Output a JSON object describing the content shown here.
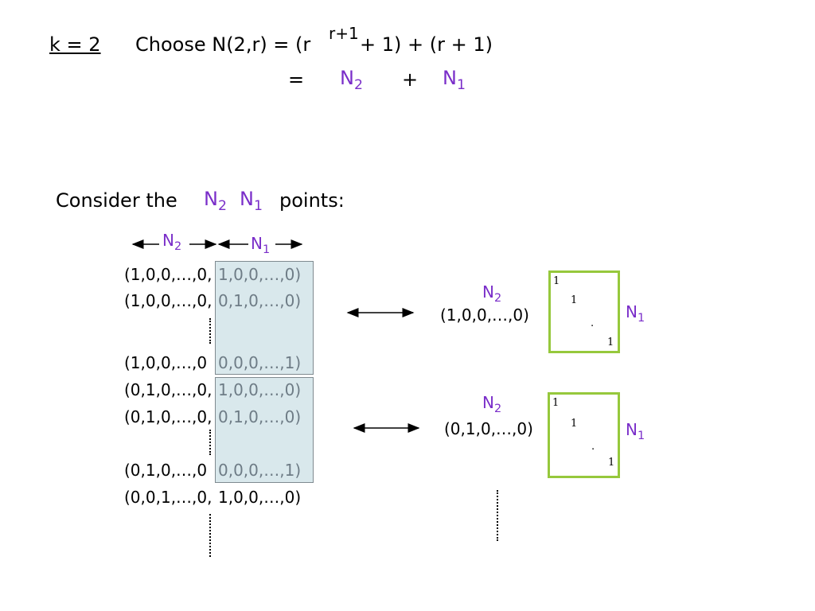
{
  "header": {
    "case_label": "k = 2",
    "choose_prefix": "Choose N(2,r) = (r",
    "exponent": "r+1",
    "choose_suffix": "+ 1) + (r + 1)",
    "equals": "=",
    "plus": "+",
    "N": "N",
    "sub2": "2",
    "sub1": "1"
  },
  "consider": {
    "prefix": "Consider the",
    "suffix": "points:"
  },
  "rows": [
    {
      "left": "(1,0,0,…,0,",
      "right": "1,0,0,…,0)"
    },
    {
      "left": "(1,0,0,…,0,",
      "right": "0,1,0,…,0)"
    },
    {
      "left": "(1,0,0,…,0",
      "right": "0,0,0,…,1)"
    },
    {
      "left": "(0,1,0,…,0,",
      "right": "1,0,0,…,0)"
    },
    {
      "left": "(0,1,0,…,0,",
      "right": "0,1,0,…,0)"
    },
    {
      "left": "(0,1,0,…,0",
      "right": "0,0,0,…,1)"
    },
    {
      "left": "(0,0,1,…,0,",
      "right": "1,0,0,…,0)"
    }
  ],
  "blocks": [
    {
      "vector": "(1,0,0,…,0)",
      "diag": [
        "1",
        "1",
        ".",
        "1"
      ]
    },
    {
      "vector": "(0,1,0,…,0)",
      "diag": [
        "1",
        "1",
        ".",
        "1"
      ]
    }
  ],
  "colors": {
    "accent": "#7a2ec9",
    "box_fill": "#d9e8ec",
    "matrix_border": "#96c83c",
    "grey_text": "#6e7c86"
  }
}
